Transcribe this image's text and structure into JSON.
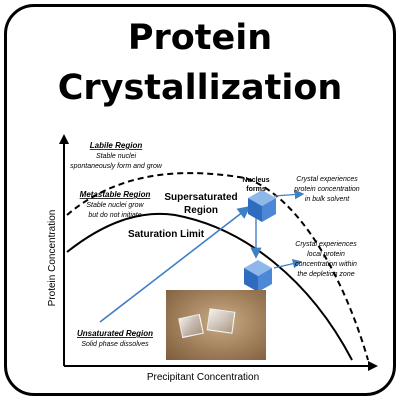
{
  "title": {
    "line1": "Protein",
    "line2": "Crystallization"
  },
  "axes": {
    "xlabel": "Precipitant Concentration",
    "ylabel": "Protein Concentration"
  },
  "regions": {
    "labile": {
      "name": "Labile Region",
      "desc1": "Stable nuclei",
      "desc2": "spontaneously form and grow"
    },
    "metastable": {
      "name": "Metastable Region",
      "desc1": "Stable nuclei grow",
      "desc2": "but do not initiate"
    },
    "supersaturated": {
      "line1": "Supersaturated",
      "line2": "Region"
    },
    "unsaturated": {
      "name": "Unsaturated Region",
      "desc": "Solid phase dissolves"
    }
  },
  "saturation_limit": "Saturation Limit",
  "nucleus": {
    "line1": "Nucleus",
    "line2": "forms"
  },
  "crystal_bulk": [
    "Crystal experiences",
    "protein concentration",
    "in bulk solvent"
  ],
  "crystal_depletion": [
    "Crystal experiences",
    "local protein",
    "concentration within",
    "the depletion zone"
  ],
  "colors": {
    "arrow": "#3f7fc4",
    "crystal": "#3c78c8",
    "curve": "#000000"
  }
}
